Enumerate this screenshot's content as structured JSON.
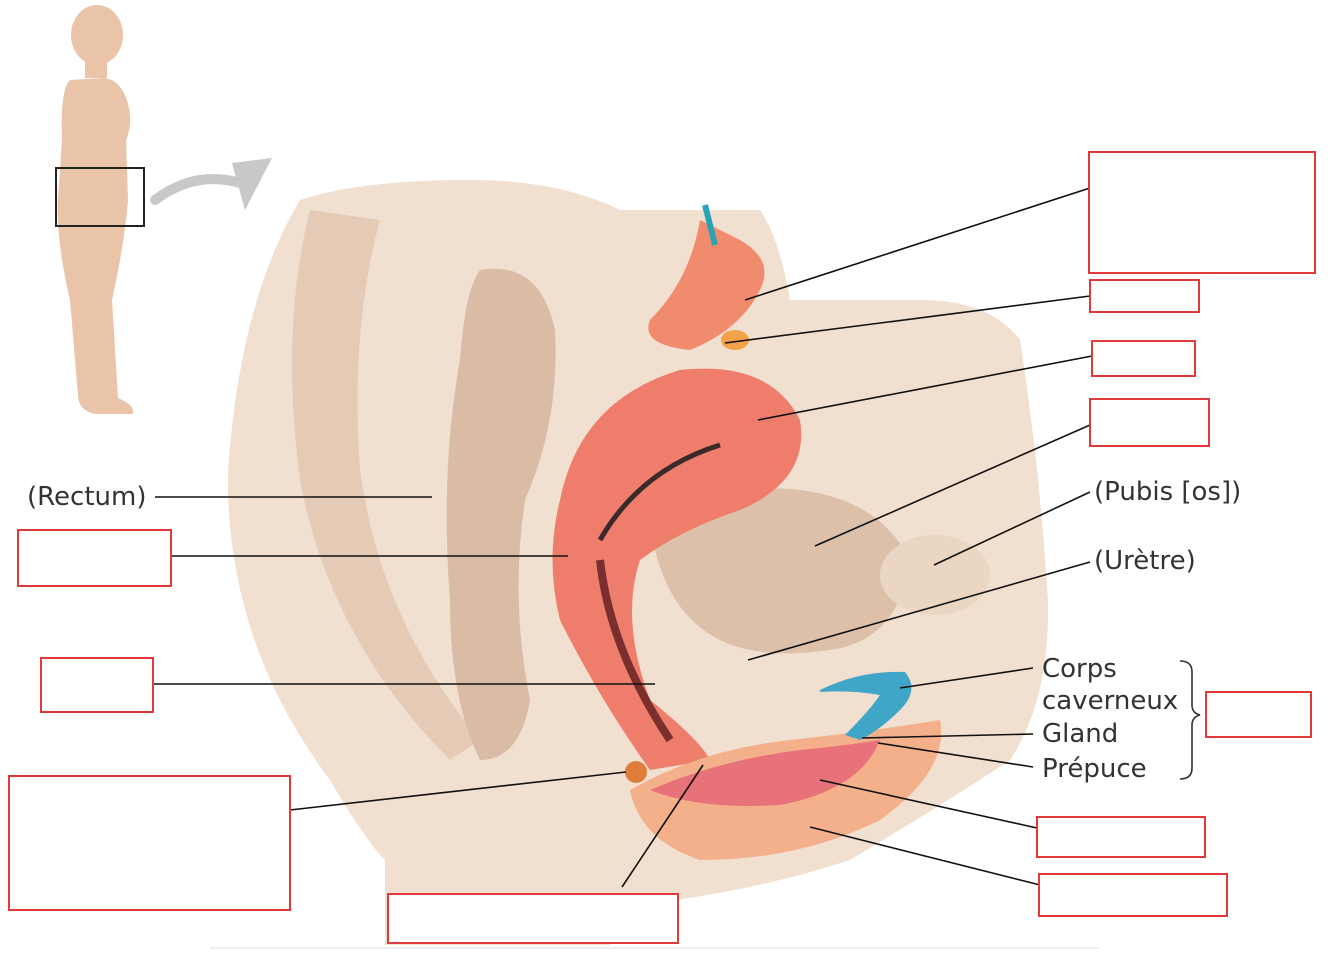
{
  "labels": {
    "rectum": "(Rectum)",
    "pubis": "(Pubis [os])",
    "uretre": "(Urètre)",
    "corps_caverneux_1": "Corps",
    "corps_caverneux_2": "caverneux",
    "gland": "Gland",
    "prepuce": "Prépuce"
  },
  "colors": {
    "answer_box_border": "#e03a3a",
    "leader_line": "#111111",
    "body_tissue": "#efd9c8",
    "uterus": "#ef7d6b",
    "clitoris": "#3fa6c8",
    "silhouette": "#e9c4a8"
  },
  "icons": [
    "female-silhouette-icon",
    "curved-arrow-icon"
  ]
}
